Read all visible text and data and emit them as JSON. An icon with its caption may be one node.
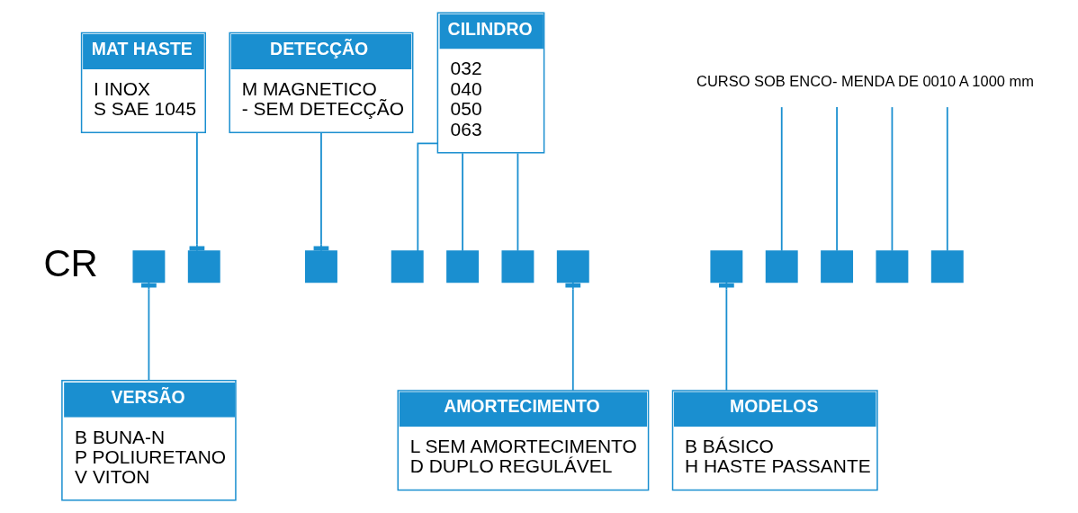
{
  "diagram": {
    "nodes": [
      {
        "text": [
          "MAT HASTE",
          "I INOX",
          "S SAE 1045"
        ]
      },
      {
        "text": [
          "DETECÇÃO",
          "M MAGNETICO",
          "- SEM DETECÇÃO"
        ]
      },
      {
        "text": [
          "CILINDRO",
          "032",
          "040",
          "050",
          "063"
        ]
      },
      {
        "text": [],
        "shape": "box"
      },
      {
        "text": [],
        "shape": "box"
      },
      {
        "text": [],
        "shape": "box"
      },
      {
        "text": [],
        "shape": "box"
      },
      {
        "text": [],
        "shape": "box"
      },
      {
        "text": [],
        "shape": "box"
      },
      {
        "text": [],
        "shape": "box"
      },
      {
        "text": [],
        "shape": "box"
      },
      {
        "text": [],
        "shape": "box"
      },
      {
        "text": [],
        "shape": "box"
      },
      {
        "text": [],
        "shape": "box"
      },
      {
        "text": [],
        "shape": "box"
      },
      {
        "text": [
          "CURSO SOB ENCO- MENDA DE 0010 A 1000 mm"
        ]
      },
      {
        "text": [
          "VERSÃO",
          "B BUNA-N",
          "P POLIURETANO",
          "V VITON"
        ]
      },
      {
        "text": [
          "AMORTECIMENTO",
          "L SEM AMORTECIMENTO",
          "D DUPLO REGULÁVEL"
        ]
      },
      {
        "text": [
          "MODELOS",
          "B BÁSICO",
          "H HASTE PASSANTE"
        ]
      }
    ],
    "edges": [
      {
        "from": 0,
        "to": 4,
        "arrow": "other"
      },
      {
        "from": 1,
        "to": 5,
        "arrow": "other"
      },
      {
        "from": 2,
        "to": 6,
        "arrow": "none"
      },
      {
        "from": 2,
        "to": 7,
        "arrow": "none"
      },
      {
        "from": 2,
        "to": 8,
        "arrow": "none"
      },
      {
        "from": 15,
        "to": 11,
        "arrow": "none"
      },
      {
        "from": 15,
        "to": 12,
        "arrow": "none"
      },
      {
        "from": 15,
        "to": 13,
        "arrow": "none"
      },
      {
        "from": 15,
        "to": 14,
        "arrow": "none"
      },
      {
        "from": 16,
        "to": 3,
        "arrow": "other"
      },
      {
        "from": 17,
        "to": 9,
        "arrow": "other"
      },
      {
        "from": 18,
        "to": 10,
        "arrow": "other"
      }
    ],
    "labels": [
      "CR"
    ]
  }
}
